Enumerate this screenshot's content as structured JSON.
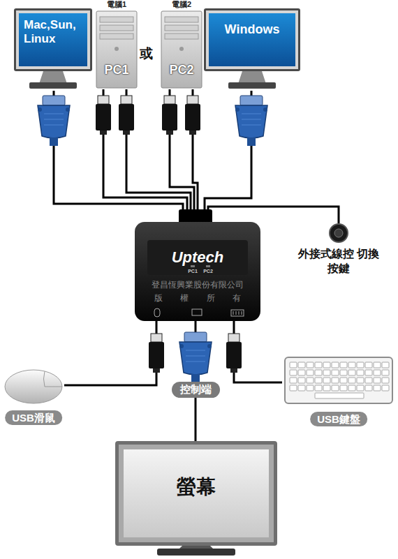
{
  "diagram": {
    "nodes": [
      {
        "text": [
          "Mac,Sun, Linux"
        ]
      },
      {
        "text": [
          "電腦1",
          "PC1"
        ]
      },
      {
        "text": [
          "電腦2",
          "PC2"
        ]
      },
      {
        "text": [
          "Windows"
        ]
      },
      {
        "text": [
          "Uptech",
          "PC1",
          "PC2",
          "登昌恆興業股份有限公司",
          "版 權 所 有"
        ]
      },
      {
        "text": [
          "外接式線控 切換按鍵"
        ]
      },
      {
        "text": [
          "USB滑鼠"
        ]
      },
      {
        "text": [
          "USB鍵盤"
        ]
      },
      {
        "text": [
          "螢幕"
        ]
      }
    ],
    "edges": [
      {
        "from": 0,
        "to": 4,
        "arrow": "none"
      },
      {
        "from": 1,
        "to": 4,
        "arrow": "none"
      },
      {
        "from": 2,
        "to": 4,
        "arrow": "none"
      },
      {
        "from": 3,
        "to": 4,
        "arrow": "none"
      },
      {
        "from": 4,
        "to": 5,
        "arrow": "none"
      },
      {
        "from": 4,
        "to": 6,
        "arrow": "none"
      },
      {
        "from": 4,
        "to": 7,
        "arrow": "none"
      },
      {
        "from": 4,
        "to": 8,
        "label": "控制端",
        "arrow": "none"
      }
    ],
    "labels": [
      "或"
    ]
  }
}
